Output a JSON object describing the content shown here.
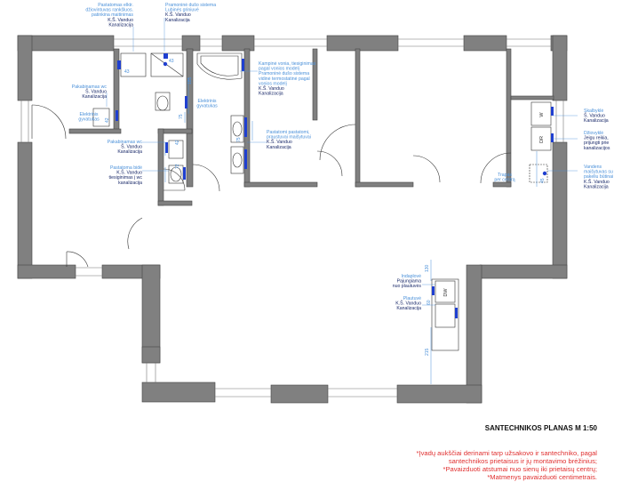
{
  "title": "SANTECHNIKOS PLANAS M 1:50",
  "notes": [
    "*Įvadų aukščiai derinami tarp užsakovo ir santechniko, pagal",
    "santechnikos prietaisus ir jų montavimo brėžinius;",
    "*Pavaizduoti atstumai nuo sienų iki prietaisų centrų;",
    "*Matmenys pavaizduoti centimetrais."
  ],
  "labels": {
    "towel_rail": {
      "lines": [
        "Pastatomas elktr.",
        "džiovintuvas rankšluos.",
        "patinkina maitinimas"
      ],
      "tag": [
        "K.Š. Vanduo",
        "Kanalizacija"
      ]
    },
    "floor_drain": {
      "lines": [
        "Pramoninė dušo sistema",
        "Lubinės griniuvė"
      ],
      "tag": [
        "K.Š. Vanduo",
        "Kanalizacija"
      ]
    },
    "bath": {
      "lines": [
        "Kampinė vonia, tiesiginimas",
        "pagal vonios modelį",
        "Pramoninė dušo sistema",
        "vidinė termostatinė pagal",
        "vonios modelį"
      ],
      "tag": [
        "K.Š. Vanduo",
        "Kanalizacija"
      ]
    },
    "wash_left": {
      "lines": [
        "Pakabinamas wc"
      ],
      "tag": [
        "Š. Vanduo",
        "Kanalizacija"
      ]
    },
    "heater": {
      "lines": [
        "Elektrinis",
        "gyvatukas"
      ]
    },
    "hand_sink": {
      "lines": [
        "Pakabinamas wc"
      ],
      "tag": [
        "Š. Vanduo",
        "Kanalizacija"
      ]
    },
    "wc_main": {
      "lines": [
        "Pastatoma bidė"
      ],
      "tag": [
        "K.Š. Vanduo",
        "tiesiginimas į wc",
        "kanalizacija"
      ]
    },
    "ctr_heater": {
      "lines": [
        "Elektrinis",
        "gyvatukas"
      ]
    },
    "basins": {
      "lines": [
        "Pastatomi pastatomi,",
        "praustuvai maišytuvai"
      ],
      "tag": [
        "K.Š. Vanduo",
        "Kanalizacija"
      ]
    },
    "washer": {
      "lines": [
        "Skalbyklė"
      ],
      "tag": [
        "Š. Vanduo",
        "Kanalizacija"
      ]
    },
    "dryer": {
      "lines": [
        "Džiovyklė"
      ],
      "tag": [
        "Jeigu reikia,",
        "prijungti prie",
        "kanalizacijos"
      ]
    },
    "boiler_note": {
      "lines": [
        "Trapas",
        "per centrą"
      ]
    },
    "boiler": {
      "lines": [
        "Vandens",
        "maišytuvas su",
        "pakeliu būtinai"
      ],
      "tag": [
        "K.Š. Vanduo",
        "Kanalizacija"
      ]
    },
    "dishwasher": {
      "lines": [
        "Indaplovė"
      ],
      "tag": [
        "Pajungiama",
        "nuo plautuvės"
      ]
    },
    "kitchen_sink": {
      "lines": [
        "Plautuvė"
      ],
      "tag": [
        "K.Š. Vanduo",
        "Kanalizacija"
      ]
    }
  },
  "dims": {
    "d43a": "43",
    "d43b": "43",
    "d185": "185",
    "d75a": "75",
    "d42a": "42",
    "d75b": "75",
    "d42b": "42",
    "d72": "72",
    "d45": "45",
    "d60": "60",
    "d130": "130",
    "d215": "215"
  },
  "fixtures": {
    "washer": "W",
    "dryer": "DR",
    "dishwasher": "DW"
  },
  "colors": {
    "wall": "#808080",
    "wall_edge": "#444444",
    "label": "#4a90d9",
    "tag": "#1a2a6a",
    "pipe": "#1f3fd0",
    "note": "#e03030"
  }
}
